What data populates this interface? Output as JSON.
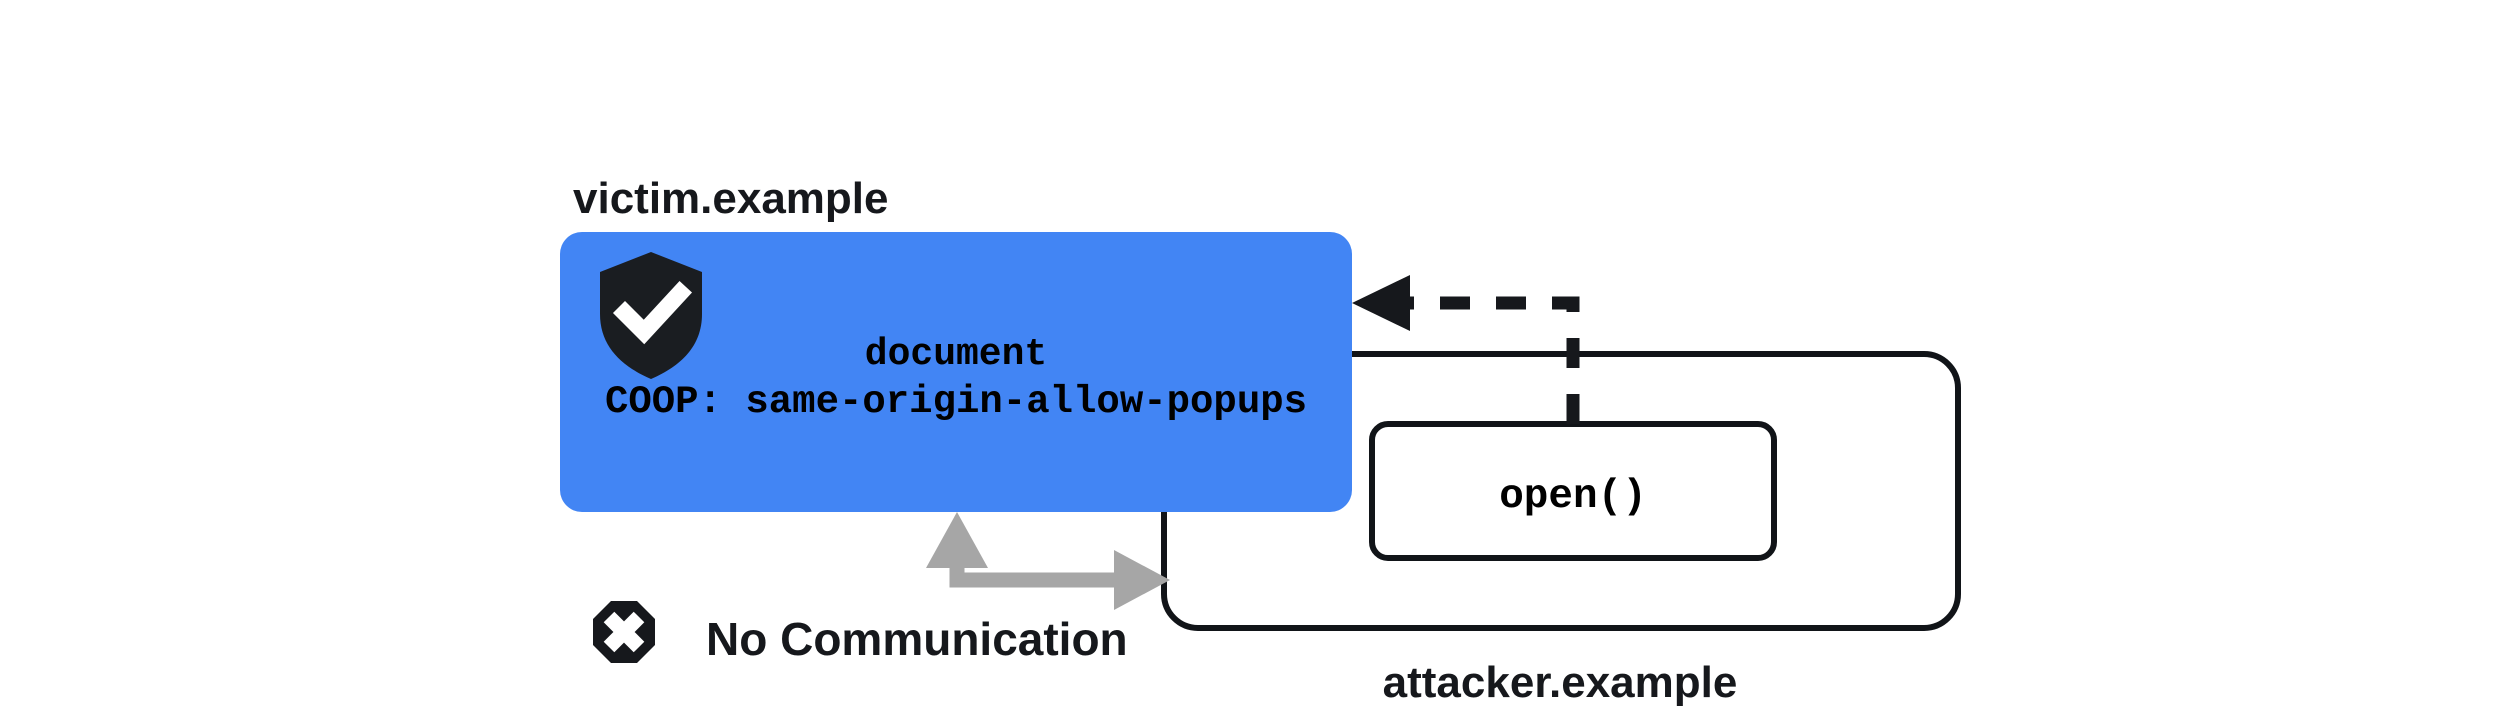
{
  "diagram": {
    "title_victim": "victim.example",
    "title_attacker": "attacker.example",
    "colors": {
      "victim_fill": "#4285f4",
      "ink": "#16181c",
      "stroke": "#111418",
      "gray_arrow": "#a6a6a6",
      "white": "#ffffff"
    },
    "victim_box": {
      "document_label": "document",
      "coop_label": "COOP: same-origin-allow-popups",
      "shield_icon": "shield-check-icon"
    },
    "attacker_box": {
      "open_label": "open()"
    },
    "no_communication": {
      "label": "No Communication",
      "icon": "octagon-x-icon"
    },
    "arrows": {
      "open_call": "dashed-arrow-open-to-victim",
      "blocked": "gray-bidirectional-arrow"
    }
  }
}
